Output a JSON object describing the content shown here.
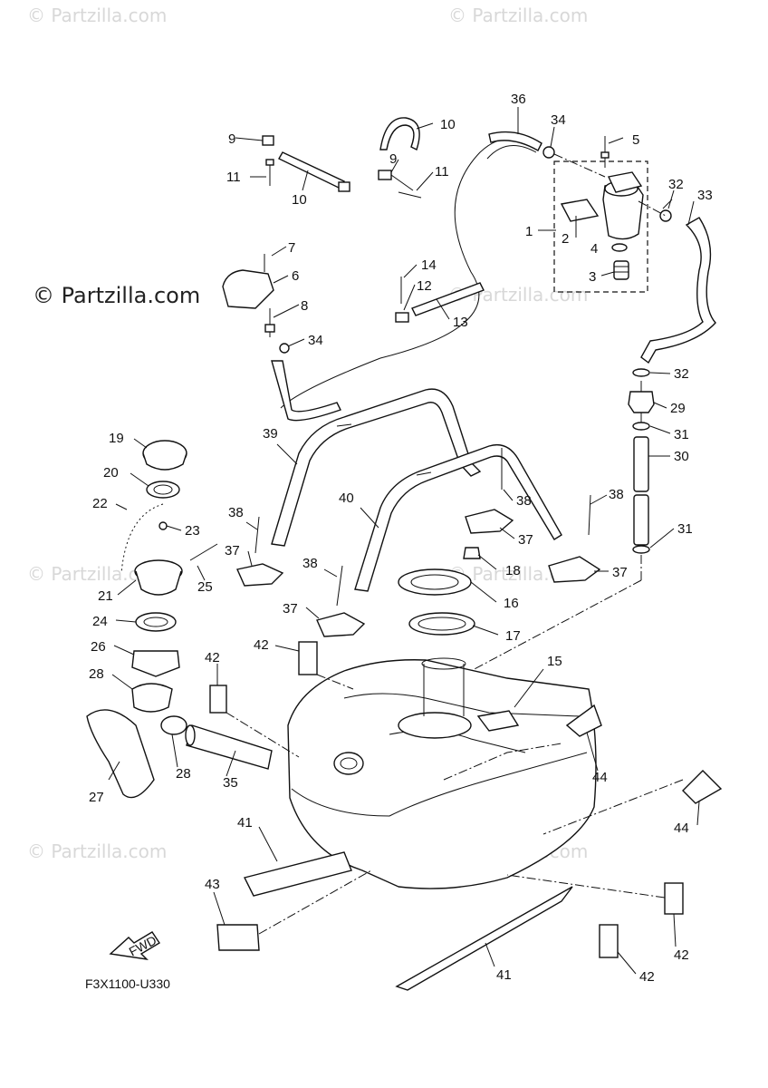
{
  "watermarks": {
    "main": "© Partzilla.com",
    "faint": "© Partzilla.com"
  },
  "diagram_code": "F3X1100-U330",
  "fwd_label": "FWD",
  "callouts": {
    "c1": "1",
    "c2": "2",
    "c3": "3",
    "c4": "4",
    "c5": "5",
    "c6": "6",
    "c7": "7",
    "c8": "8",
    "c9a": "9",
    "c9b": "9",
    "c10a": "10",
    "c10b": "10",
    "c11a": "11",
    "c11b": "11",
    "c12": "12",
    "c13": "13",
    "c14": "14",
    "c15": "15",
    "c16": "16",
    "c17": "17",
    "c18": "18",
    "c19": "19",
    "c20": "20",
    "c21": "21",
    "c22": "22",
    "c23": "23",
    "c24": "24",
    "c25": "25",
    "c26": "26",
    "c27": "27",
    "c28a": "28",
    "c28b": "28",
    "c29": "29",
    "c30": "30",
    "c31a": "31",
    "c31b": "31",
    "c32a": "32",
    "c32b": "32",
    "c33": "33",
    "c34a": "34",
    "c34b": "34",
    "c35": "35",
    "c36": "36",
    "c37a": "37",
    "c37b": "37",
    "c37c": "37",
    "c37d": "37",
    "c38a": "38",
    "c38b": "38",
    "c38c": "38",
    "c38d": "38",
    "c39": "39",
    "c40": "40",
    "c41a": "41",
    "c41b": "41",
    "c42a": "42",
    "c42b": "42",
    "c42c": "42",
    "c42d": "42",
    "c43": "43",
    "c44a": "44",
    "c44b": "44"
  }
}
